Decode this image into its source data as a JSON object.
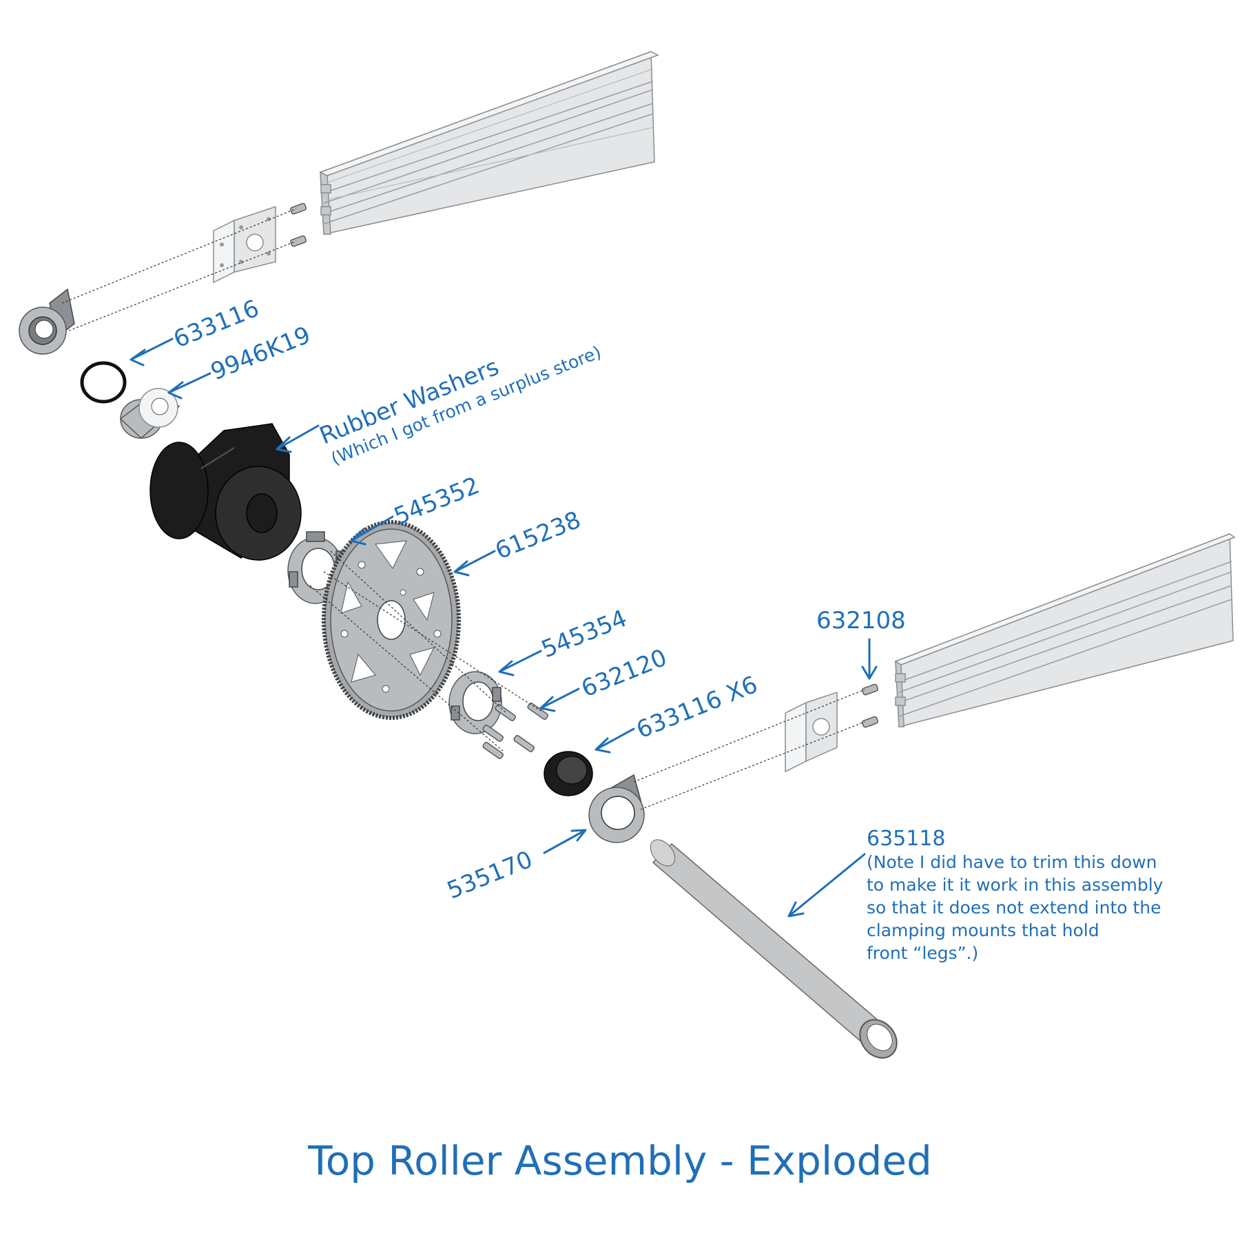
{
  "title": "Top Roller Assembly - Exploded",
  "labels": {
    "p633116_top": "633116",
    "p9946K19": "9946K19",
    "rubber_washers": "Rubber Washers",
    "rubber_washers_note": "(Which I got from a surplus store)",
    "p545352": "545352",
    "p615238": "615238",
    "p545354": "545354",
    "p632120": "632120",
    "p633116_x6": "633116  X6",
    "p632108": "632108",
    "p535170": "535170",
    "p635118": "635118"
  },
  "note_lines": [
    "(Note I did have to trim this down",
    "to make it it work in this assembly",
    "so that it does not extend into the",
    "clamping mounts that hold",
    "front “legs”.)"
  ],
  "colors": {
    "annotation": "#1f6fb8",
    "rubber": "#1c1c1c",
    "aluminum": "#e4e6e8"
  }
}
